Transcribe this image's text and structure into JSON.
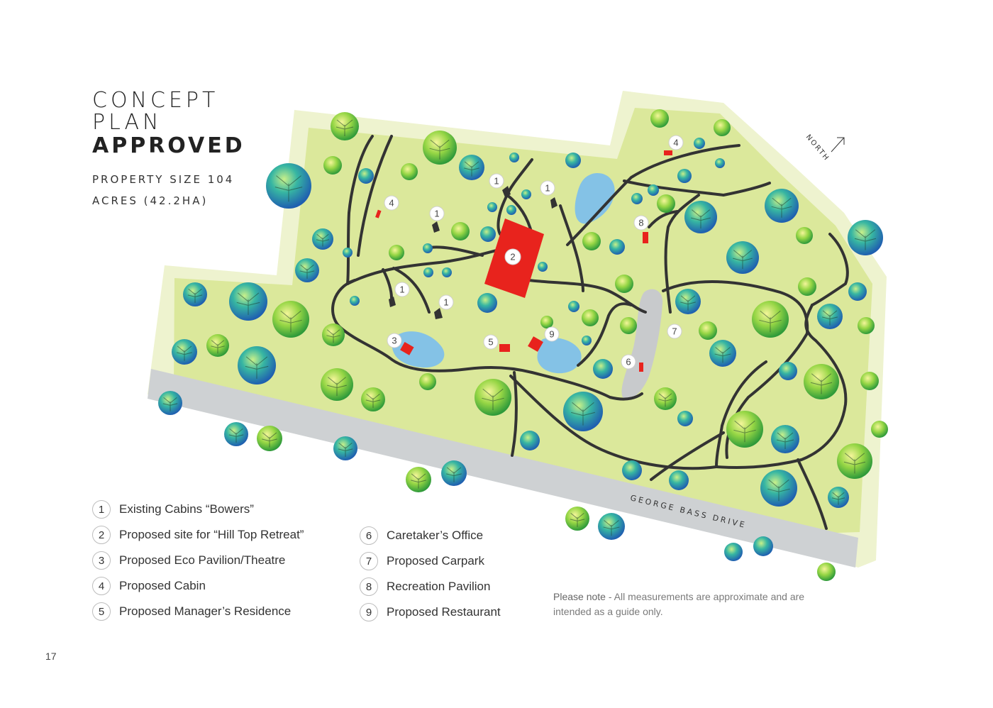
{
  "title": {
    "line1": "CONCEPT",
    "line2": "PLAN",
    "line3": "APPROVED"
  },
  "property_size": {
    "line1": "PROPERTY SIZE 104",
    "line2": "ACRES (42.2HA)"
  },
  "north_label": "NORTH",
  "road_label": "GEORGE BASS DRIVE",
  "legend_left": [
    {
      "num": "1",
      "label": "Existing Cabins “Bowers”"
    },
    {
      "num": "2",
      "label": "Proposed site for “Hill Top Retreat”"
    },
    {
      "num": "3",
      "label": "Proposed Eco Pavilion/Theatre"
    },
    {
      "num": "4",
      "label": "Proposed Cabin"
    },
    {
      "num": "5",
      "label": "Proposed Manager’s Residence"
    }
  ],
  "legend_right": [
    {
      "num": "6",
      "label": "Caretaker’s Office"
    },
    {
      "num": "7",
      "label": "Proposed Carpark"
    },
    {
      "num": "8",
      "label": "Recreation Pavilion"
    },
    {
      "num": "9",
      "label": "Proposed Restaurant"
    }
  ],
  "note": {
    "bold": "Please note",
    "text": " - All measurements are approximate and are intended as a guide only."
  },
  "page_number": "17",
  "map_markers": [
    "1",
    "1",
    "1",
    "1",
    "1",
    "2",
    "3",
    "4",
    "4",
    "5",
    "6",
    "7",
    "8",
    "9"
  ],
  "colors": {
    "lawn": "#dbe89b",
    "border": "#eef3cf",
    "road": "#ced1d3",
    "path": "#333333",
    "water": "#84c2e6",
    "building": "#e8231d",
    "carpark": "#c8cacc"
  }
}
